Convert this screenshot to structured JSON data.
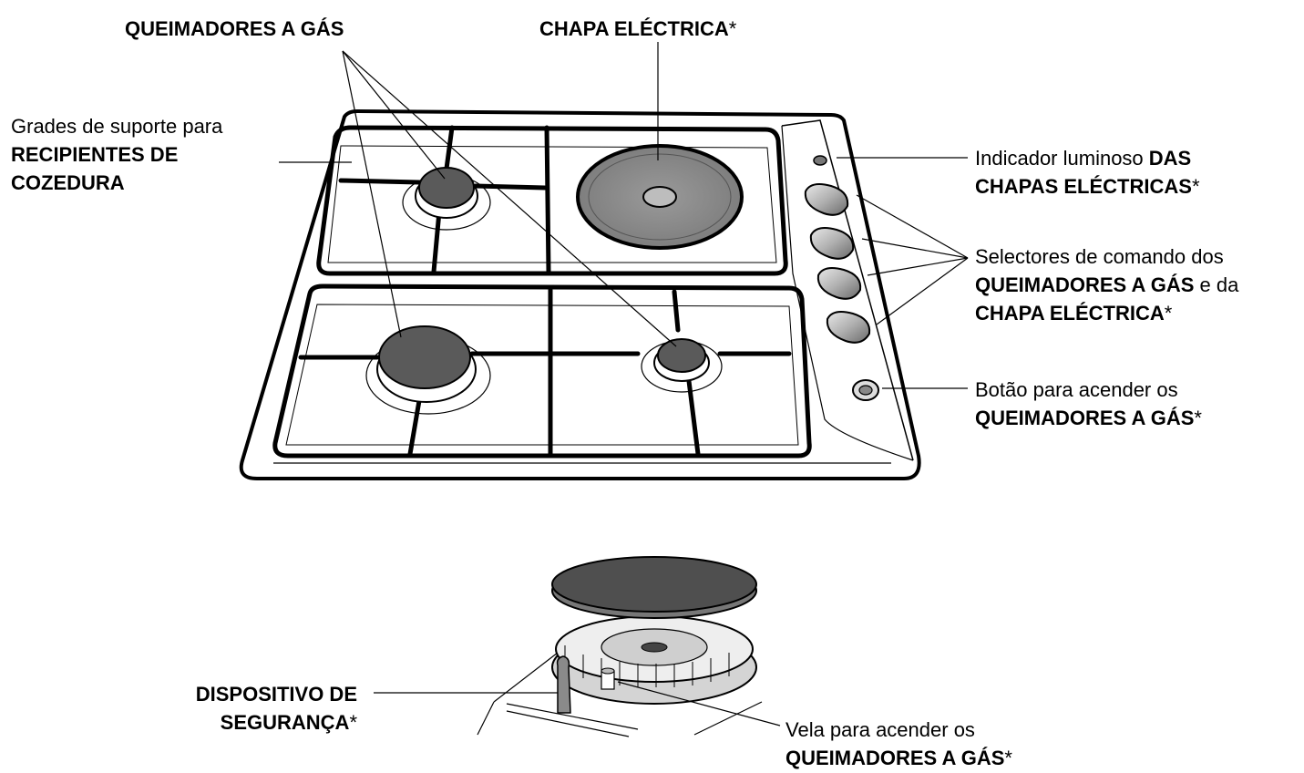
{
  "labels": {
    "gas_burners_top": {
      "bold": "QUEIMADORES A GÁS"
    },
    "hotplate_top": {
      "bold": "CHAPA ELÉCTRICA",
      "suffix": "*"
    },
    "pan_supports": {
      "l1": "Grades de suporte para",
      "l2": "RECIPIENTES DE",
      "l3": "COZEDURA"
    },
    "indicator": {
      "l1_plain": "Indicador luminoso ",
      "l1_bold": "DAS",
      "l2_bold": "CHAPAS ELÉCTRICAS",
      "l2_suffix": "*"
    },
    "selectors": {
      "l1": "Selectores de comando dos",
      "l2_bold": "QUEIMADORES A GÁS",
      "l2_plain": " e da",
      "l3_bold": "CHAPA ELÉCTRICA",
      "l3_suffix": "*"
    },
    "ignition_button": {
      "l1": "Botão para acender os",
      "l2_bold": "QUEIMADORES A GÁS",
      "l2_suffix": "*"
    },
    "safety_device": {
      "l1": "DISPOSITIVO DE",
      "l2_bold": "SEGURANÇA",
      "l2_suffix": "*"
    },
    "ignition_candle": {
      "l1": "Vela para acender os",
      "l2_bold": "QUEIMADORES A GÁS",
      "l2_suffix": "*"
    }
  },
  "colors": {
    "burner_cap": "#5a5a5a",
    "hotplate": "#8c8c8c",
    "knob": "#a8a8a8",
    "line": "#000000"
  }
}
